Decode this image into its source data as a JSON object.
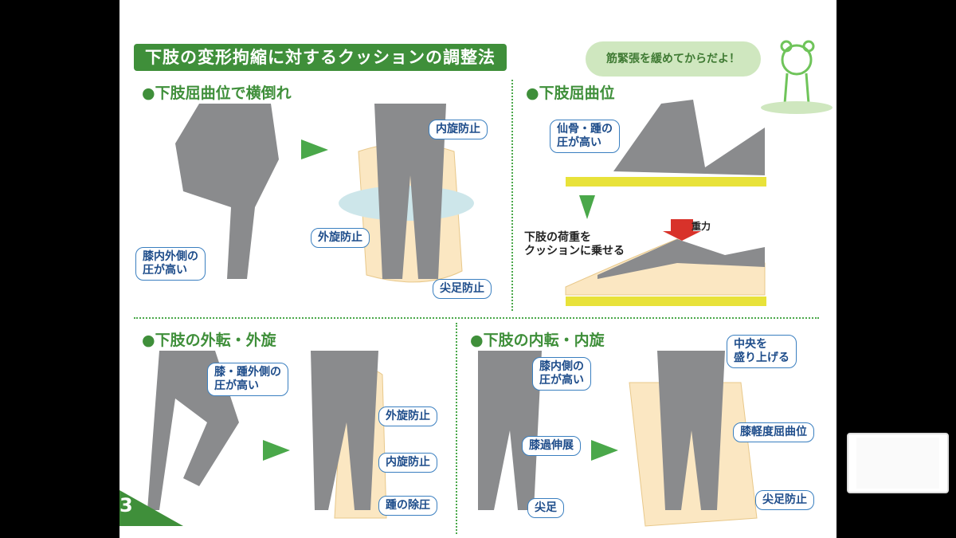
{
  "slide": {
    "title": "下肢の変形拘縮に対するクッションの調整法",
    "speech": "筋緊張を緩めてからだよ！",
    "page_number": "3",
    "sections": [
      {
        "heading": "●下肢屈曲位で横倒れ",
        "labels": [
          "膝内外側の\n圧が高い",
          "内旋防止",
          "外旋防止",
          "尖足防止"
        ]
      },
      {
        "heading": "●下肢屈曲位",
        "labels": [
          "仙骨・踵の\n圧が高い",
          "下肢の荷重を\nクッションに乗せる",
          "重力"
        ]
      },
      {
        "heading": "●下肢の外転・外旋",
        "labels": [
          "膝・踵外側の\n圧が高い",
          "外旋防止",
          "内旋防止",
          "踵の除圧"
        ]
      },
      {
        "heading": "●下肢の内転・内旋",
        "labels": [
          "膝内側の\n圧が高い",
          "膝過伸展",
          "尖足",
          "中央を\n盛り上げる",
          "膝軽度屈曲位",
          "尖足防止"
        ]
      }
    ]
  },
  "colors": {
    "green": "#3f8f3a",
    "blue": "#3a7fc0",
    "gray": "#8a8b8d",
    "cushion": "#fbe7c2",
    "yellow": "#e8e23a"
  }
}
